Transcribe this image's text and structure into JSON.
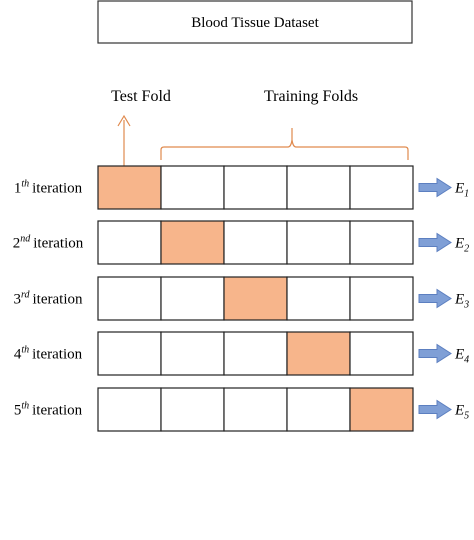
{
  "title": "Blood Tissue Dataset",
  "test_fold_label": "Test Fold",
  "training_folds_label": "Training Folds",
  "colors": {
    "test_fill": "#f7b58b",
    "test_line": "#e08a4e",
    "arrow_fill": "#7f9fd6",
    "arrow_stroke": "#5c7fc0",
    "border": "#222222"
  },
  "iterations": [
    {
      "number": "1",
      "suffix": "th",
      "word": "iteration",
      "test_index": 0,
      "error_symbol": "E",
      "error_index": "1"
    },
    {
      "number": "2",
      "suffix": "nd",
      "word": "iteration",
      "test_index": 1,
      "error_symbol": "E",
      "error_index": "2"
    },
    {
      "number": "3",
      "suffix": "rd",
      "word": "iteration",
      "test_index": 2,
      "error_symbol": "E",
      "error_index": "3"
    },
    {
      "number": "4",
      "suffix": "th",
      "word": "iteration",
      "test_index": 3,
      "error_symbol": "E",
      "error_index": "4"
    },
    {
      "number": "5",
      "suffix": "th",
      "word": "iteration",
      "test_index": 4,
      "error_symbol": "E",
      "error_index": "5"
    }
  ],
  "folds_per_iteration": 5
}
